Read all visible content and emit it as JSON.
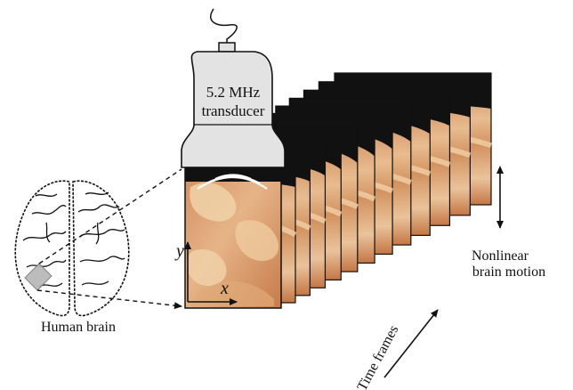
{
  "transducer": {
    "line1": "5.2 MHz",
    "line2": "transducer"
  },
  "brain": {
    "label": "Human brain"
  },
  "axes": {
    "x": "x",
    "y": "y"
  },
  "motion": {
    "line1": "Nonlinear",
    "line2": "brain motion"
  },
  "time": {
    "label": "Time frames"
  },
  "colors": {
    "tissue_light": "#e7b98a",
    "tissue_mid": "#d38d5c",
    "tissue_dark": "#b86a3a",
    "probe_fill": "#e3e3e3",
    "outline": "#111111"
  }
}
